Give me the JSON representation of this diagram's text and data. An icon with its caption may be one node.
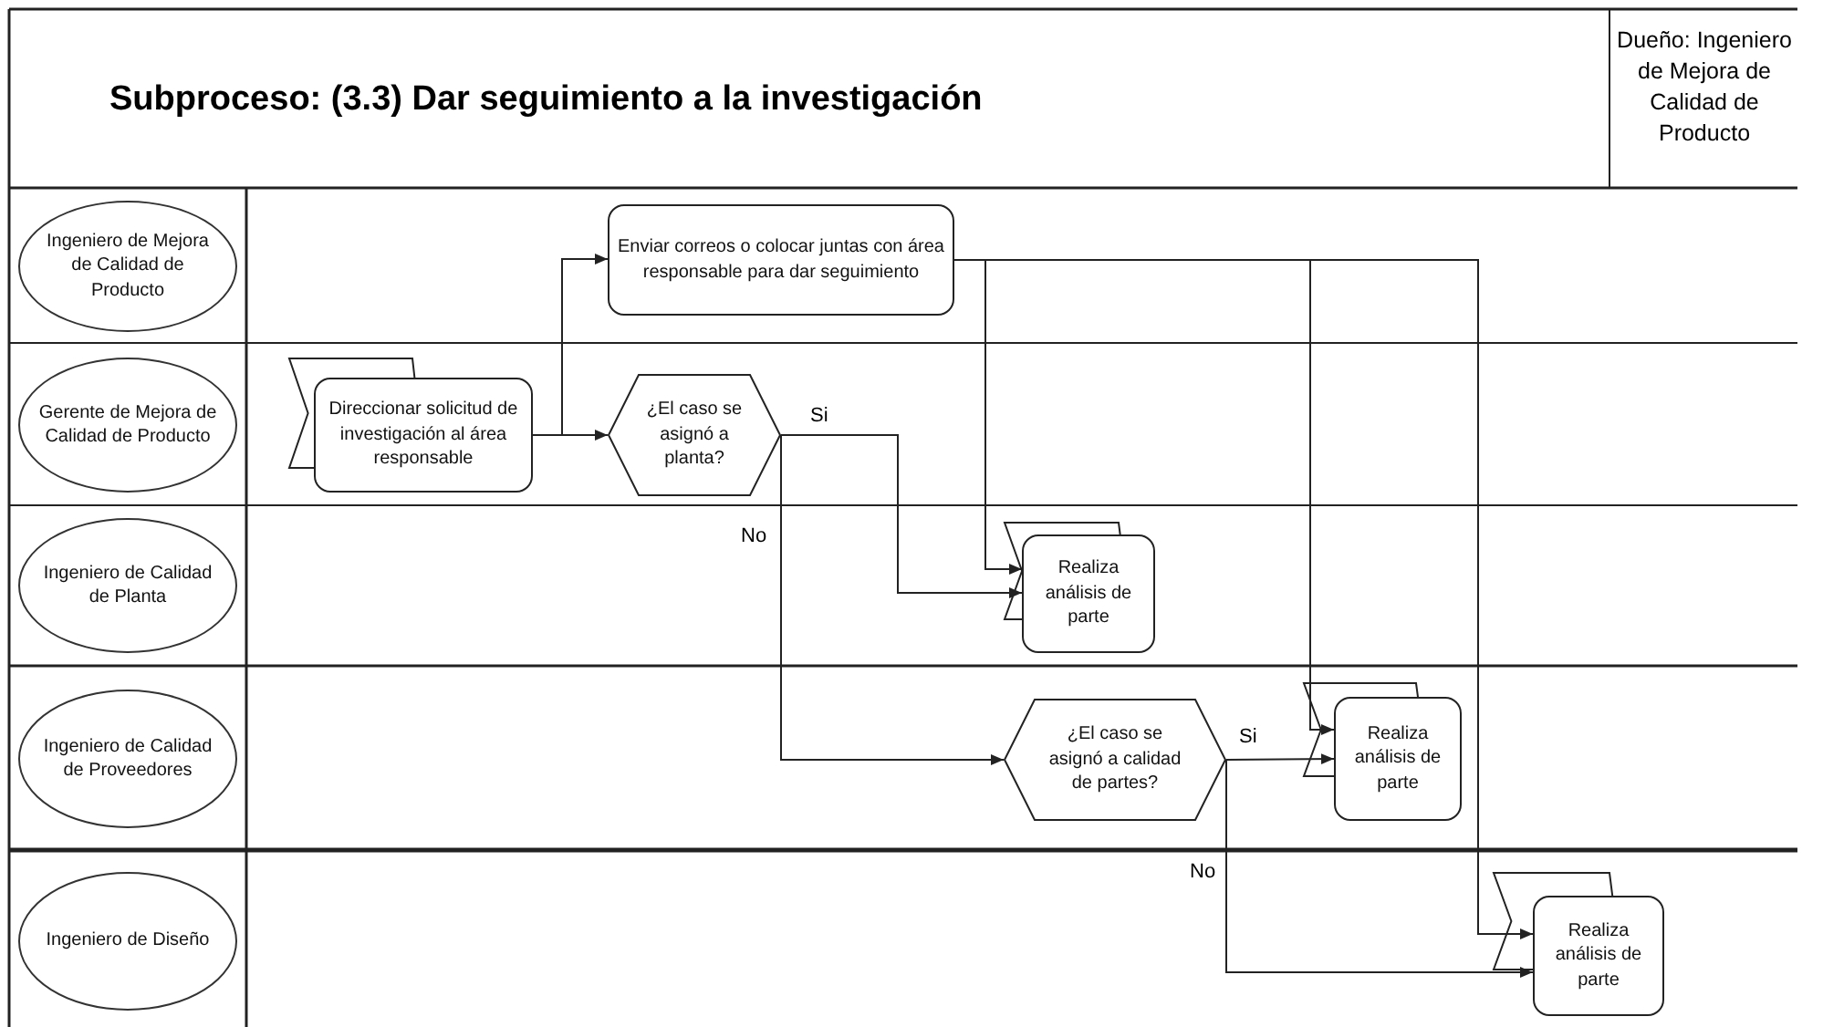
{
  "diagram": {
    "title": "Subproceso: (3.3) Dar seguimiento a la investigación",
    "nodes": [
      {
        "text": [
          "Ingeniero de Mejora de Calidad de Producto"
        ]
      },
      {
        "text": [
          "Enviar correos o colocar juntas con área responsable para dar seguimiento"
        ]
      },
      {
        "text": [
          "Gerente de Mejora de Calidad de Producto"
        ]
      },
      {
        "text": [
          "Direccionar solicitud de investigación al área responsable"
        ]
      },
      {
        "text": [
          "¿El caso se asignó a planta?"
        ]
      },
      {
        "text": [
          "Ingeniero de Calidad de Planta"
        ]
      },
      {
        "text": [
          "Realiza análisis de parte"
        ]
      },
      {
        "text": [
          "Ingeniero de Calidad de Proveedores"
        ]
      },
      {
        "text": [
          "¿El caso se asignó a calidad de partes?"
        ]
      },
      {
        "text": [
          "Realiza análisis de parte"
        ]
      },
      {
        "text": [
          "Ingeniero de Diseño"
        ]
      },
      {
        "text": [
          "Realiza análisis de parte"
        ]
      }
    ],
    "edges": [
      {
        "from": 3,
        "to": 1,
        "arrow": "to"
      },
      {
        "from": 3,
        "to": 4,
        "arrow": "to"
      },
      {
        "from": 4,
        "to": 6,
        "arrow": "to",
        "label": "Si"
      },
      {
        "from": 4,
        "to": 8,
        "arrow": "to",
        "label": "No"
      },
      {
        "from": 1,
        "to": 6,
        "arrow": "to"
      },
      {
        "from": 1,
        "to": 9,
        "arrow": "to"
      },
      {
        "from": 1,
        "to": 11,
        "arrow": "to"
      },
      {
        "from": 8,
        "to": 9,
        "arrow": "to",
        "label": "Si"
      },
      {
        "from": 8,
        "to": 11,
        "arrow": "to",
        "label": "No"
      }
    ],
    "labels": [
      "Dueño: Ingeniero de Mejora de Calidad de Producto"
    ]
  }
}
